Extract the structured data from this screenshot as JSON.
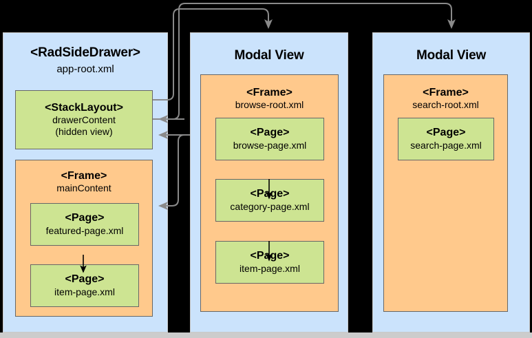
{
  "diagram": {
    "title": "NativeScript application navigation structure",
    "background_color": "#000000",
    "palette": {
      "panel_blue": "#cbe3fc",
      "frame_orange": "#ffc98c",
      "page_green": "#cde492",
      "box_border": "#666666",
      "panel_border": "#c9c9c9",
      "connector": "#8a8a8a",
      "bottom_strip": "#cccccc"
    },
    "columns": [
      {
        "id": "app-root-column",
        "title": "<RadSideDrawer>",
        "subtitle": "app-root.xml",
        "boxes": [
          {
            "id": "drawer-content",
            "kind": "green",
            "title": "<StackLayout>",
            "sub": "drawerContent",
            "sub2": "(hidden view)"
          },
          {
            "id": "main-content",
            "kind": "orange",
            "title": "<Frame>",
            "sub": "mainContent",
            "children": [
              {
                "id": "featured-page",
                "kind": "green",
                "title": "<Page>",
                "sub": "featured-page.xml"
              },
              {
                "id": "item-page-main",
                "kind": "green",
                "title": "<Page>",
                "sub": "item-page.xml"
              }
            ]
          }
        ]
      },
      {
        "id": "browse-modal-column",
        "title": "Modal View",
        "subtitle": "",
        "boxes": [
          {
            "id": "browse-root",
            "kind": "orange",
            "title": "<Frame>",
            "sub": "browse-root.xml",
            "children": [
              {
                "id": "browse-page",
                "kind": "green",
                "title": "<Page>",
                "sub": "browse-page.xml"
              },
              {
                "id": "category-page",
                "kind": "green",
                "title": "<Page>",
                "sub": "category-page.xml"
              },
              {
                "id": "item-page-browse",
                "kind": "green",
                "title": "<Page>",
                "sub": "item-page.xml"
              }
            ]
          }
        ]
      },
      {
        "id": "search-modal-column",
        "title": "Modal View",
        "subtitle": "",
        "boxes": [
          {
            "id": "search-root",
            "kind": "orange",
            "title": "<Frame>",
            "sub": "search-root.xml",
            "children": [
              {
                "id": "search-page",
                "kind": "green",
                "title": "<Page>",
                "sub": "search-page.xml"
              }
            ]
          }
        ]
      }
    ],
    "connectors": [
      {
        "id": "drawer-to-browse-modal",
        "from": "drawerContent",
        "to": "browse Modal View",
        "direction": "down"
      },
      {
        "id": "drawer-to-search-modal",
        "from": "drawerContent",
        "to": "search Modal View",
        "direction": "down"
      },
      {
        "id": "browse-back-to-drawer",
        "from": "browse Modal View",
        "to": "drawerContent",
        "direction": "left"
      },
      {
        "id": "search-back-to-drawer",
        "from": "search Modal View",
        "to": "drawerContent",
        "direction": "left"
      },
      {
        "id": "modal-back-to-main-content",
        "from": "Modal View",
        "to": "mainContent",
        "direction": "left"
      },
      {
        "id": "featured-to-item",
        "from": "featured-page.xml",
        "to": "item-page.xml",
        "direction": "down"
      },
      {
        "id": "browse-to-category",
        "from": "browse-page.xml",
        "to": "category-page.xml",
        "direction": "down"
      },
      {
        "id": "category-to-item",
        "from": "category-page.xml",
        "to": "item-page.xml",
        "direction": "down"
      }
    ]
  }
}
